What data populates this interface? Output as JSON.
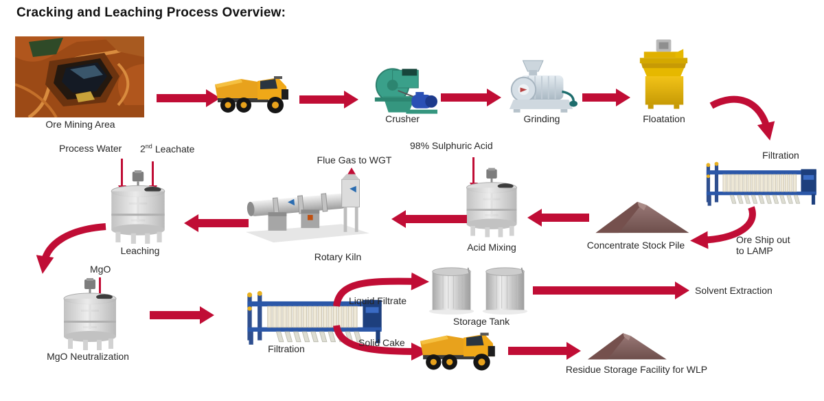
{
  "title": "Cracking and Leaching Process Overview:",
  "colors": {
    "arrow": "#c00d35",
    "text": "#262626",
    "title": "#111111"
  },
  "labels": {
    "ore_mining": "Ore Mining Area",
    "crusher": "Crusher",
    "grinding": "Grinding",
    "floatation": "Floatation",
    "filtration_top": "Filtration",
    "ore_ship_line1": "Ore Ship out",
    "ore_ship_line2": "to LAMP",
    "concentrate_pile": "Concentrate Stock Pile",
    "acid_mixing": "Acid Mixing",
    "sulphuric_acid": "98% Sulphuric Acid",
    "rotary_kiln": "Rotary Kiln",
    "flue_gas": "Flue Gas to WGT",
    "leaching": "Leaching",
    "process_water": "Process Water",
    "leachate_num": "2",
    "leachate_sup": "nd",
    "leachate_rest": "Leachate",
    "mgo": "MgO",
    "mgo_neutralization": "MgO Neutralization",
    "filtration_bottom": "Filtration",
    "liquid_filtrate": "Liquid Filtrate",
    "solid_cake": "Solid Cake",
    "storage_tank": "Storage Tank",
    "solvent_extraction": "Solvent Extraction",
    "residue_pile": "Residue Storage Facility for WLP"
  }
}
